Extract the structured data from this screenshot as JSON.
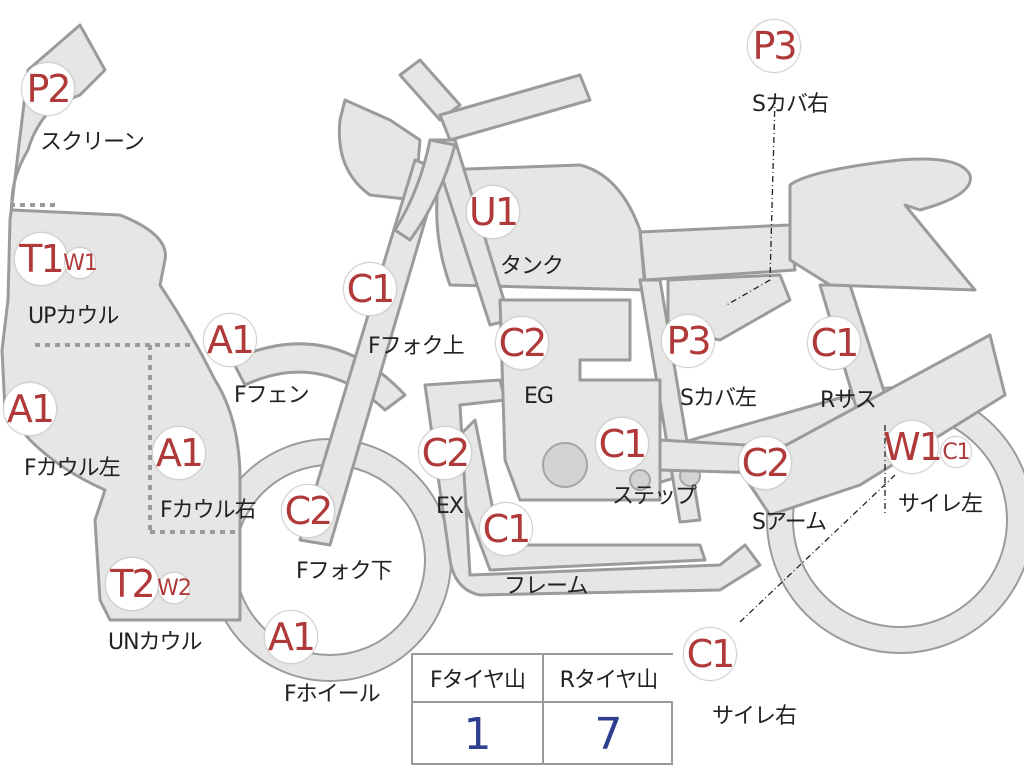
{
  "parts": {
    "screen": {
      "code": "P2",
      "name": "スクリーン"
    },
    "upper_cowl": {
      "code": "T1",
      "sub": "W1",
      "name": "UPカウル"
    },
    "cowl_left": {
      "code": "A1",
      "name": "Fカウル左"
    },
    "cowl_right": {
      "code": "A1",
      "name": "Fカウル右"
    },
    "under_cowl": {
      "code": "T2",
      "sub": "W2",
      "name": "UNカウル"
    },
    "front_fender": {
      "code": "A1",
      "name": "Fフェン"
    },
    "front_wheel": {
      "code": "A1",
      "name": "Fホイール"
    },
    "fork_upper": {
      "code": "C1",
      "name": "Fフォク上"
    },
    "fork_lower": {
      "code": "C2",
      "name": "Fフォク下"
    },
    "tank": {
      "code": "U1",
      "name": "タンク"
    },
    "engine": {
      "code": "C2",
      "name": "EG"
    },
    "exhaust": {
      "code": "C2",
      "name": "EX"
    },
    "frame": {
      "code": "C1",
      "name": "フレーム"
    },
    "step": {
      "code": "C1",
      "name": "ステップ"
    },
    "side_cover_left": {
      "code": "P3",
      "name": "Sカバ左"
    },
    "side_cover_right": {
      "code": "P3",
      "name": "Sカバ右"
    },
    "rear_suspension": {
      "code": "C1",
      "name": "Rサス"
    },
    "swing_arm": {
      "code": "C2",
      "name": "Sアーム"
    },
    "muffler_left": {
      "code": "W1",
      "sub": "C1",
      "name": "サイレ左"
    },
    "muffler_right": {
      "code": "C1",
      "name": "サイレ右"
    }
  },
  "tire_tread": {
    "front_label": "Fタイヤ山",
    "rear_label": "Rタイヤ山",
    "front_value": "1",
    "rear_value": "7"
  },
  "colors": {
    "part_fill": "#e6e6e4",
    "outline": "#9b9b99",
    "code_text": "#b03a3a",
    "tread_value": "#2f3f8f"
  }
}
